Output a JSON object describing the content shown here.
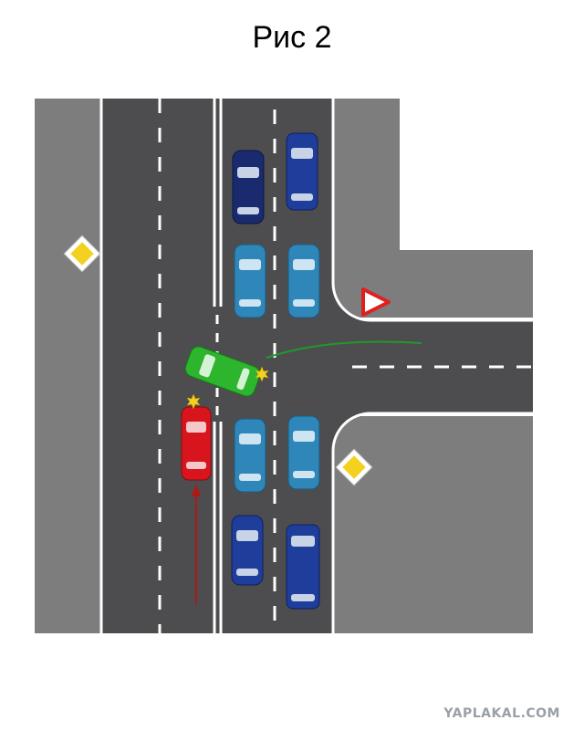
{
  "title": "Рис 2",
  "watermark": "YAPLAKAL.COM",
  "colors": {
    "sidewalk": "#7d7d7d",
    "road": "#4d4d4f",
    "marking": "#ffffff",
    "parked_dark_blue": "#1a2a6e",
    "parked_blue": "#1f3d9a",
    "parked_light_blue": "#2f86b8",
    "green_car": "#2db52d",
    "red_car": "#d8141c",
    "red_path": "#b01818",
    "green_path": "#1f9a2a",
    "collision": "#f4d020"
  },
  "signs": [
    {
      "name": "priority-road-sign-left",
      "type": "priority-road"
    },
    {
      "name": "yield-sign",
      "type": "give-way"
    },
    {
      "name": "priority-road-sign-right",
      "type": "priority-road"
    }
  ]
}
